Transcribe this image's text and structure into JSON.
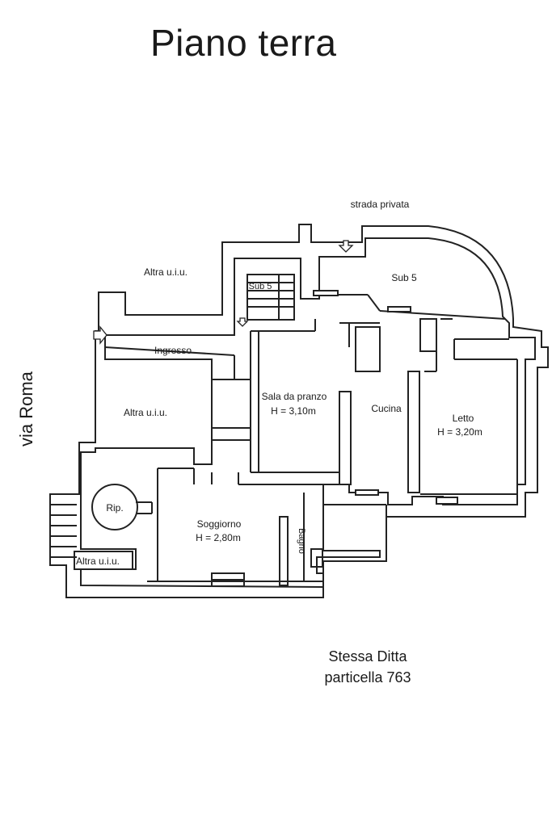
{
  "title": "Piano terra",
  "street_label": "via Roma",
  "footer": {
    "line1": "Stessa Ditta",
    "line2": "particella 763"
  },
  "labels": {
    "strada_privata": "strada privata",
    "sub5": "Sub 5",
    "sub5_small": "Sub 5",
    "altra_uiu_top": "Altra u.i.u.",
    "altra_uiu_mid": "Altra u.i.u.",
    "altra_uiu_bottom": "Altra u.i.u.",
    "ingresso": "Ingresso",
    "sala_name": "Sala da pranzo",
    "sala_height": "H = 3,10m",
    "cucina": "Cucina",
    "letto_name": "Letto",
    "letto_height": "H = 3,20m",
    "rip": "Rip.",
    "soggiorno_name": "Soggiorno",
    "soggiorno_height": "H = 2,80m",
    "bagno": "Bagno"
  }
}
